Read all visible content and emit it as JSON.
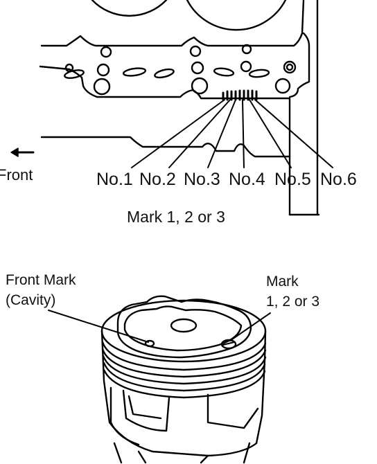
{
  "gasket_diagram": {
    "front_label": "Front",
    "cylinder_labels": [
      "No.1",
      "No.2",
      "No.3",
      "No.4",
      "No.5",
      "No.6"
    ],
    "mark_caption": "Mark 1, 2 or 3"
  },
  "piston_diagram": {
    "front_mark_line1": "Front Mark",
    "front_mark_line2": "(Cavity)",
    "mark_line1": "Mark",
    "mark_line2": "1, 2 or 3"
  }
}
